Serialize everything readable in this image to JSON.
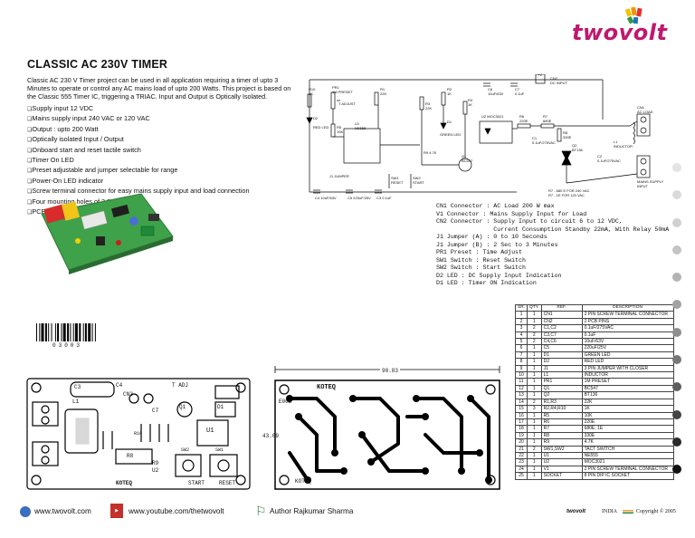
{
  "header": {
    "title": "CLASSIC AC 230V TIMER",
    "logo_text": "twovolt"
  },
  "intro": "Classic AC 230 V Timer project can be used in all application requiring a timer of upto 3 Minutes to operate or control any AC mains load of upto 200 Watts.  This project is based on the Classic 555 Timer IC, triggering a TRIAC.  Input and Output is Optically Isolated.",
  "features": [
    "Supply input 12 VDC",
    "Mains supply input 240 VAC or 120 VAC",
    "Output : upto 200 Watt",
    "Optically isolated Input / Output",
    "Onboard start and reset tactile switch",
    "Timer On LED",
    "Preset adjustable and jumper selectable for range",
    "Power-On LED indicator",
    "Screw terminal connector for easy mains supply input and load connection",
    "Four mounting holes of 3.2 mm each",
    "PCB dimensions 46 mm x 91 mm"
  ],
  "connector_info": [
    "CN1 Connector : AC Load 200 W max",
    "V1 Connector : Mains Supply Input for Load",
    "CN2 Connector : Supply Input to circuit 6 to 12 VDC,",
    "                Current Consumption Standby 22mA, With Relay 50mA",
    "J1 Jumper (A) : 0 to 10 Seconds",
    "J1 Jumper (B) : 2 Sec to 3 Minutes",
    "PR1 Preset : Time Adjust",
    "SW1 Switch : Reset Switch",
    "SW2 Switch : Start Switch",
    "D2 LED : DC Supply Input Indication",
    "D1 LED : Timer ON Indication"
  ],
  "bom": {
    "headers": [
      "SR.",
      "QTY.",
      "REF.",
      "DESCRIPTION"
    ],
    "rows": [
      [
        "1",
        "1",
        "CN1",
        "2 PIN SCREW TERMINAL CONNECTOR"
      ],
      [
        "2",
        "1",
        "CN2",
        "2 PCB PINS"
      ],
      [
        "3",
        "2",
        "C1,C2",
        "0.1uF/275VAC"
      ],
      [
        "4",
        "2",
        "C3,C7",
        "0.1uF"
      ],
      [
        "5",
        "2",
        "C4,C6",
        "10uF/63V"
      ],
      [
        "6",
        "1",
        "C5",
        "220uF/25V"
      ],
      [
        "7",
        "1",
        "D1",
        "GREEN LED"
      ],
      [
        "8",
        "1",
        "D2",
        "RED LED"
      ],
      [
        "9",
        "1",
        "J1",
        "3 PIN JUMPER WITH CLOSER"
      ],
      [
        "10",
        "1",
        "L1",
        "INDUCTOR"
      ],
      [
        "11",
        "1",
        "PR1",
        "1M PRESET"
      ],
      [
        "12",
        "1",
        "Q1",
        "BC547"
      ],
      [
        "13",
        "1",
        "Q2",
        "BT136"
      ],
      [
        "14",
        "2",
        "R1,R3",
        "22K"
      ],
      [
        "15",
        "3",
        "R2,R4,R10",
        "1K"
      ],
      [
        "16",
        "1",
        "R5",
        "10K"
      ],
      [
        "17",
        "1",
        "R6",
        "220E"
      ],
      [
        "18",
        "1",
        "R7",
        "680E, 1E"
      ],
      [
        "19",
        "1",
        "R8",
        "330E"
      ],
      [
        "20",
        "1",
        "R9",
        "4.7K"
      ],
      [
        "21",
        "2",
        "SW1,SW2",
        "TACT SWITCH"
      ],
      [
        "22",
        "1",
        "U1",
        "NE555"
      ],
      [
        "23",
        "1",
        "U2",
        "MOC3021"
      ],
      [
        "24",
        "1",
        "V1",
        "2 PIN SCREW TERMINAL CONNECTOR"
      ],
      [
        "25",
        "1",
        "SOCKET",
        "8 PIN DIP IC SOCKET"
      ]
    ]
  },
  "barcode_number": "03003",
  "schematic": {
    "labels": [
      "R10",
      "1K",
      "PR1",
      "1M PRESET",
      "T ADJUST",
      "R1",
      "22K",
      "R2",
      "1K",
      "R4",
      "1K",
      "C6",
      "10uF/63V",
      "C7",
      "0.1uF",
      "+V",
      "CN2",
      "DC INPUT",
      "R6",
      "220E",
      "R7",
      "680E",
      "CN1",
      "AC LOAD",
      "D2",
      "D1",
      "GREEN LED",
      "RED LED",
      "U2",
      "MOC3021",
      "U1",
      "NE555",
      "R5",
      "10K",
      "R3",
      "22K",
      "C1",
      "0.1uF/275VAC",
      "Q2",
      "BT136",
      "R8",
      "330E",
      "L1",
      "INDUCTOR",
      "C2",
      "0.1uF/275VAC",
      "J1",
      "JUMPER",
      "C4",
      "10uF/63V",
      "C5",
      "220uF/25V",
      "C3",
      "0.1uF",
      "SW1",
      "RESET",
      "SW2",
      "START",
      "R9",
      "4.7K",
      "Q1",
      "BC547",
      "MAINS SUPPLY",
      "INPUT",
      "R7 - 680 E FOR 240 VAC",
      "R7 - 1E FOR 120 VAC"
    ]
  },
  "pcb": {
    "top_labels": [
      "C3",
      "C4",
      "CN2",
      "T ADJ",
      "C7",
      "U1",
      "R8",
      "R10",
      "R9",
      "Q1",
      "SW1",
      "SW2",
      "U2",
      "D1",
      "L1",
      "START",
      "RESET",
      "KOTEQ"
    ],
    "bottom_labels": [
      "90.83",
      "KOTEQ",
      "43.69",
      "E002",
      "KOTEQ"
    ]
  },
  "footer": {
    "website": "www.twovolt.com",
    "youtube": "www.youtube.com/thetwovolt",
    "author": "Author Rajkumar Sharma",
    "brand": "twovolt",
    "country": "INDIA",
    "copyright": "Copyright © 2005"
  },
  "colors": {
    "logo": "#c0186e",
    "dot_light": "#d8d8d8",
    "dot_dark": "#111111"
  }
}
